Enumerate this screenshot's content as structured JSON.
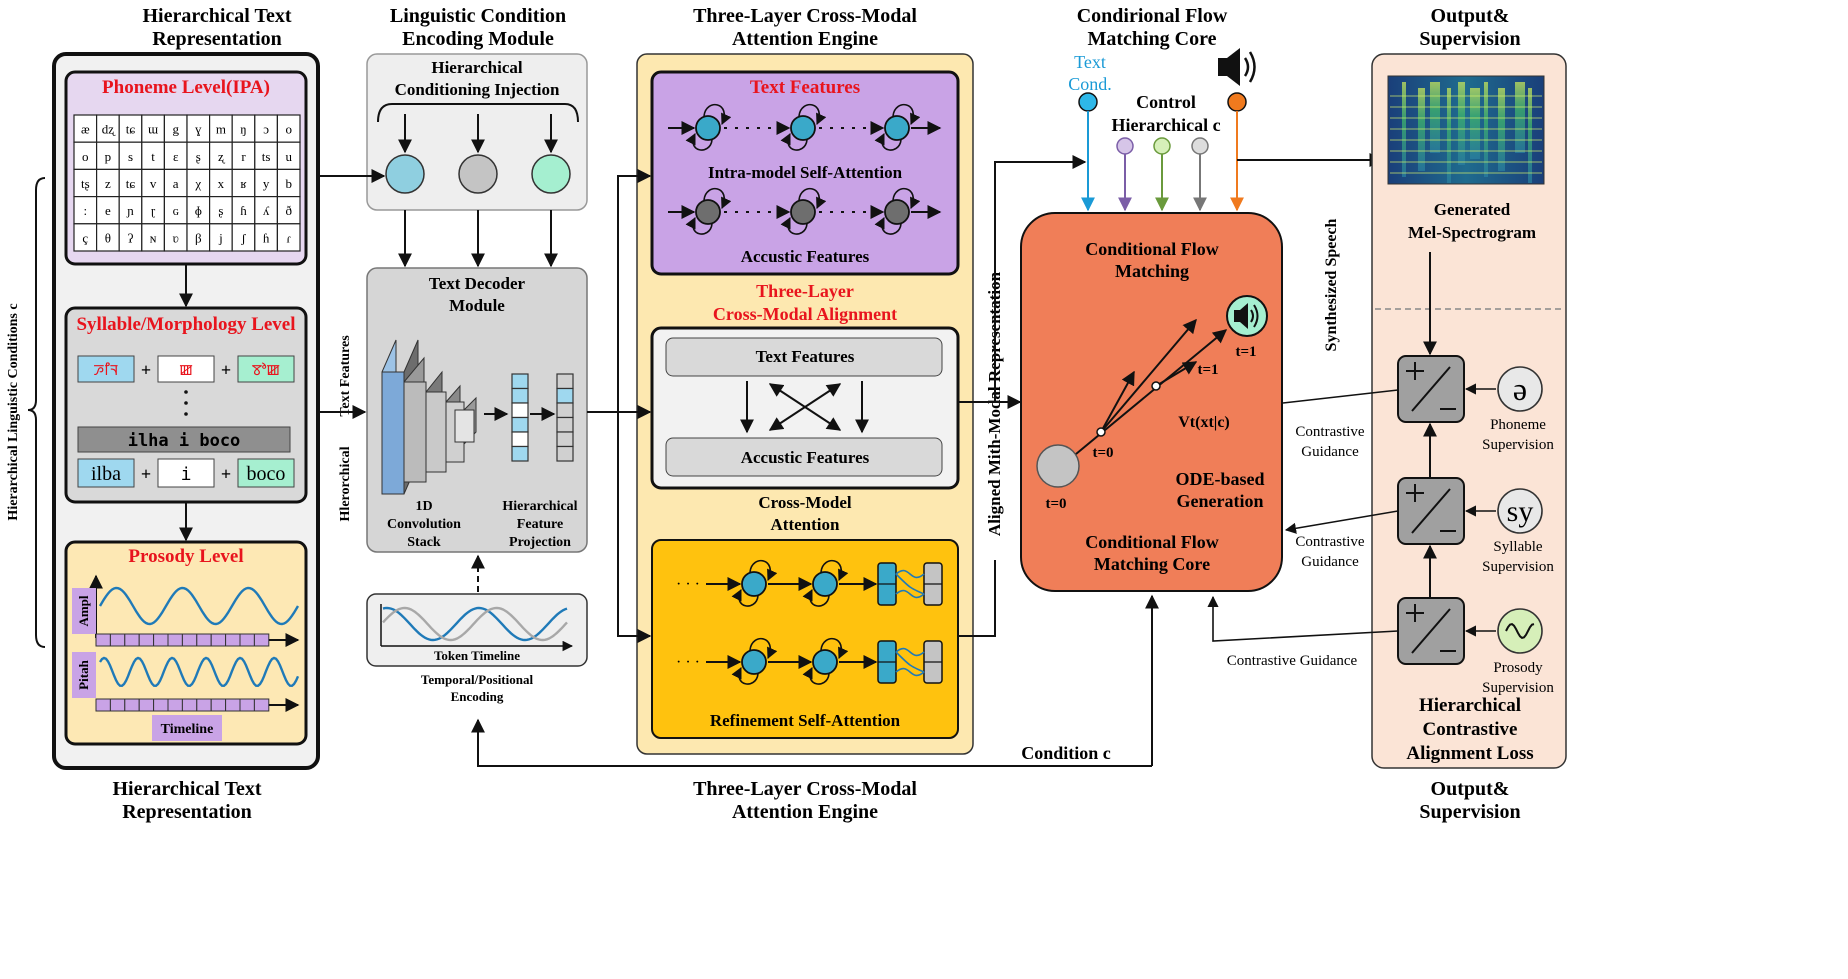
{
  "headers": {
    "col1": [
      "Hierarchical Text",
      "Representation"
    ],
    "col2": [
      "Linguistic Condition",
      "Encoding Module"
    ],
    "col3": [
      "Three-Layer Cross-Modal",
      "Attention Engine"
    ],
    "col4": [
      "Condirional Flow",
      "Matching Core"
    ],
    "col5": [
      "Output&",
      "Supervision"
    ]
  },
  "footers": {
    "col1": [
      "Hierarchical Text",
      "Representation"
    ],
    "col3": [
      "Three-Layer Cross-Modal",
      "Attention Engine"
    ],
    "col5": [
      "Output&",
      "Supervision"
    ]
  },
  "left_brace_label": "Hierarchical Linguistic Conditions c",
  "phoneme": {
    "title": "Phoneme Level(IPA)",
    "grid": [
      [
        "æ",
        "dʐ",
        "tɕ",
        "ɯ",
        "g",
        "ɣ",
        "m",
        "ŋ",
        "ɔ",
        "o"
      ],
      [
        "o",
        "p",
        "s",
        "t",
        "ɛ",
        "ʂ",
        "ʐ",
        "r",
        "ts",
        "u"
      ],
      [
        "tʂ",
        "z",
        "tɕ",
        "v",
        "a",
        "χ",
        "x",
        "ʁ",
        "y",
        "b"
      ],
      [
        ":",
        "e",
        "ɲ",
        "ɽ",
        "ɢ",
        "ɸ",
        "ʂ",
        "ɦ",
        "ʎ",
        "ð"
      ],
      [
        "ç",
        "θ",
        "ʔ",
        "ɴ",
        "ʋ",
        "β",
        "j",
        "ʃ",
        "ɦ",
        "ɾ"
      ]
    ]
  },
  "syllable": {
    "title": "Syllable/Morphology Level",
    "row1": [
      "ꯍꯤꯜ",
      "+",
      "ꯀ",
      "+",
      "ꯕꯣꯀ"
    ],
    "dots": "·\n·\n·",
    "combined": "ilha  i  boco",
    "row2": [
      "ilba",
      "+",
      "i",
      "+",
      "boco"
    ]
  },
  "prosody": {
    "title": "Prosody Level",
    "ampl": "Ampl",
    "pitch": "Pitah",
    "timeline": "Timeline"
  },
  "injection": {
    "title": [
      "Hierarchical",
      "Conditioning Injection"
    ]
  },
  "decoder": {
    "title": [
      "Text Decoder",
      "Module"
    ],
    "conv": [
      "1D",
      "Convolution",
      "Stack"
    ],
    "proj": [
      "Hierarchical",
      "Feature",
      "Projection"
    ],
    "side": [
      "Hlerorchical",
      "Text Features"
    ]
  },
  "timeline_box": {
    "label": "Token Timeline",
    "caption": [
      "Temporal/Positional",
      "Encoding"
    ]
  },
  "attention": {
    "top_title": "Text Features",
    "intra": "Intra-model Self-Attention",
    "acoustic": "Accustic Features",
    "align_title": [
      "Three-Layer",
      "Cross-Modal Alignment"
    ],
    "cross_text": "Text Features",
    "cross_acoustic": "Accustic Features",
    "cross_caption": [
      "Cross-Model",
      "Attention"
    ],
    "refine": "Refinement Self-Attention"
  },
  "aligned_label": "Aligned Mith-Modal Representation",
  "flow": {
    "text_cond": [
      "Text",
      "Cond."
    ],
    "control": [
      "Control",
      "Hierarchical c"
    ],
    "title_top": [
      "Conditional Flow",
      "Matching"
    ],
    "vt_label": "Vt(xt|c)",
    "t0": "t=0",
    "t0b": "t=0",
    "t1": "t=1",
    "t1b": "t=1",
    "ode": [
      "ODE-based",
      "Generation"
    ],
    "title_bottom": [
      "Conditional Flow",
      "Matching Core"
    ],
    "condition": "Condition c"
  },
  "output": {
    "synth": "Synthesized Speech",
    "mel": [
      "Generated",
      "Mel-Spectrogram"
    ],
    "phoneme_sup": [
      "Phoneme",
      "Supervision"
    ],
    "syllable_sup": [
      "Syllable",
      "Supervision"
    ],
    "prosody_sup": [
      "Prosody",
      "Supervision"
    ],
    "phoneme_sym": "ə",
    "syllable_sym": "sy",
    "loss": [
      "Hierarchical",
      "Contrastive",
      "Alignment Loss"
    ],
    "guidance1": [
      "Contrastive",
      "Guidance"
    ],
    "guidance2": [
      "Contrastive",
      "Guidance"
    ],
    "guidance3": "Contrastive Guidance"
  }
}
